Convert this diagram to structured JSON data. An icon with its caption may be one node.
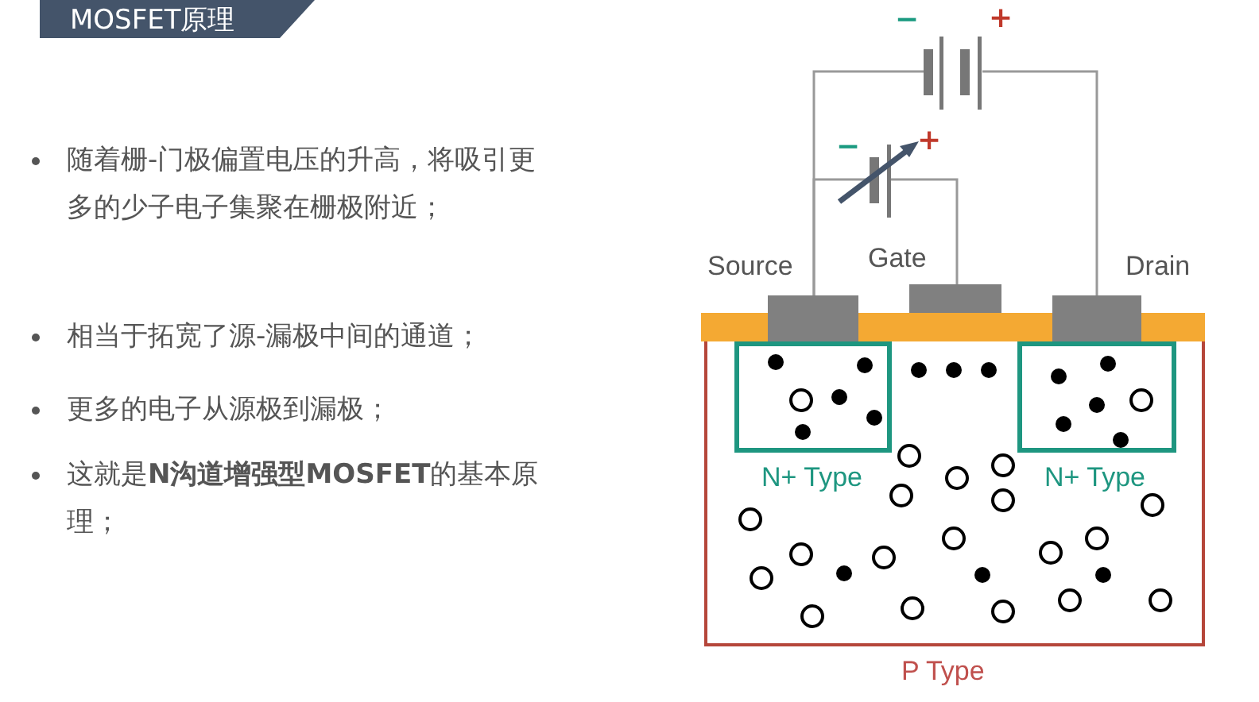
{
  "diagram": {
    "title": "MOSFET原理",
    "nodes": [
      {
        "text": [
          "P Type"
        ]
      },
      {
        "text": [
          "N+ Type"
        ],
        "in": 0
      },
      {
        "text": [
          "N+ Type"
        ],
        "in": 0
      },
      {
        "text": [
          "Source"
        ]
      },
      {
        "text": [
          "Gate"
        ]
      },
      {
        "text": [
          "Drain"
        ]
      },
      {
        "text": [],
        "shape": "battery"
      },
      {
        "text": [],
        "shape": "battery"
      },
      {
        "text": [],
        "shape": "bar"
      }
    ],
    "edges": [
      {
        "from": 3,
        "to": 6,
        "arrow": "none"
      },
      {
        "from": 6,
        "to": 5,
        "arrow": "none"
      },
      {
        "from": 3,
        "to": 7,
        "arrow": "none"
      },
      {
        "from": 7,
        "to": 4,
        "arrow": "none"
      }
    ],
    "labels": [
      "随着栅-门极偏置电压的升高，将吸引更多的少子电子集聚在栅极附近；",
      "相当于拓宽了源-漏极中间的通道；",
      "更多的电子从源极到漏极；",
      "这就是**N沟道增强型MOSFET**的基本原理；",
      "−",
      "+",
      "−",
      "+"
    ]
  }
}
